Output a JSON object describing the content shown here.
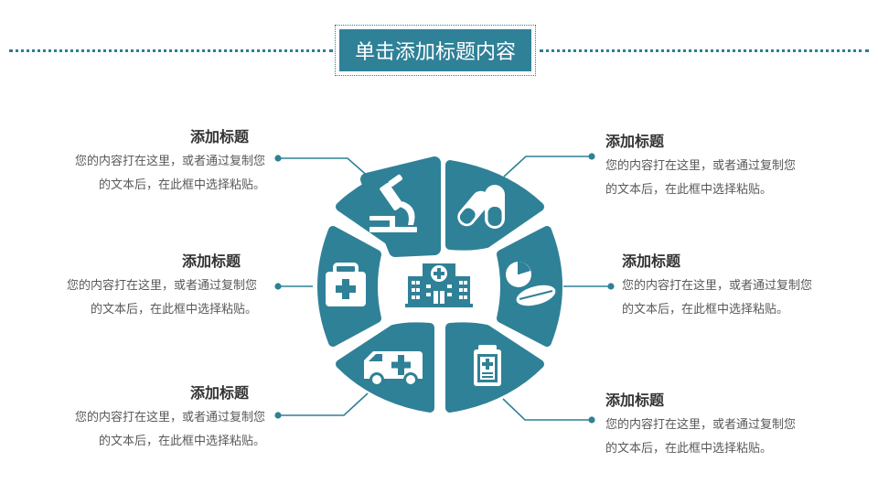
{
  "header": {
    "title": "单击添加标题内容"
  },
  "items": [
    {
      "position": "top-left",
      "title": "添加标题",
      "line1": "您的内容打在这里，或者通过复制您",
      "line2": "的文本后，在此框中选择粘贴。",
      "icon": "microscope-icon"
    },
    {
      "position": "middle-left",
      "title": "添加标题",
      "line1": "您的内容打在这里，或者通过复制您",
      "line2": "的文本后，在此框中选择粘贴。",
      "icon": "medical-kit-icon"
    },
    {
      "position": "bottom-left",
      "title": "添加标题",
      "line1": "您的内容打在这里，或者通过复制您",
      "line2": "的文本后，在此框中选择粘贴。",
      "icon": "ambulance-icon"
    },
    {
      "position": "top-right",
      "title": "添加标题",
      "line1": "您的内容打在这里，或者通过复制您",
      "line2": "的文本后，在此框中选择粘贴。",
      "icon": "capsule-icon"
    },
    {
      "position": "middle-right",
      "title": "添加标题",
      "line1": "您的内容打在这里，或者通过复制您",
      "line2": "的文本后，在此框中选择粘贴。",
      "icon": "pill-icon"
    },
    {
      "position": "bottom-right",
      "title": "添加标题",
      "line1": "您的内容打在这里，或者通过复制您",
      "line2": "的文本后，在此框中选择粘贴。",
      "icon": "clipboard-icon"
    }
  ],
  "center": {
    "icon": "hospital-icon"
  },
  "colors": {
    "accent": "#2f8197",
    "heading": "#333333",
    "body": "#595959"
  }
}
